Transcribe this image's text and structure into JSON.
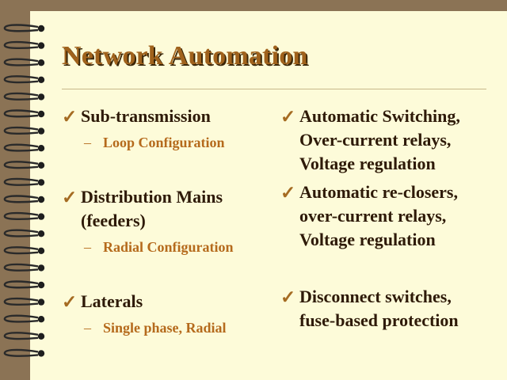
{
  "title": "Network Automation",
  "check_glyph": "✓",
  "sub_dash": "–",
  "left": [
    {
      "label_lines": [
        "Sub-transmission"
      ],
      "sub": "Loop Configuration"
    },
    {
      "label_lines": [
        "Distribution Mains",
        "(feeders)"
      ],
      "sub": "Radial Configuration"
    },
    {
      "label_lines": [
        "Laterals"
      ],
      "sub": "Single phase, Radial"
    }
  ],
  "right": [
    {
      "lines": [
        "Automatic Switching,",
        "Over-current relays,",
        "Voltage regulation"
      ]
    },
    {
      "lines": [
        "Automatic re-closers,",
        "over-current relays,",
        "Voltage regulation"
      ]
    },
    {
      "lines": [
        "Disconnect switches,",
        "fuse-based protection"
      ]
    }
  ],
  "colors": {
    "title": "#a0621c",
    "check": "#a56b22",
    "sub": "#b56a1c",
    "text": "#2e1a08",
    "page": "#fdfbd9",
    "background": "#8b7355"
  }
}
